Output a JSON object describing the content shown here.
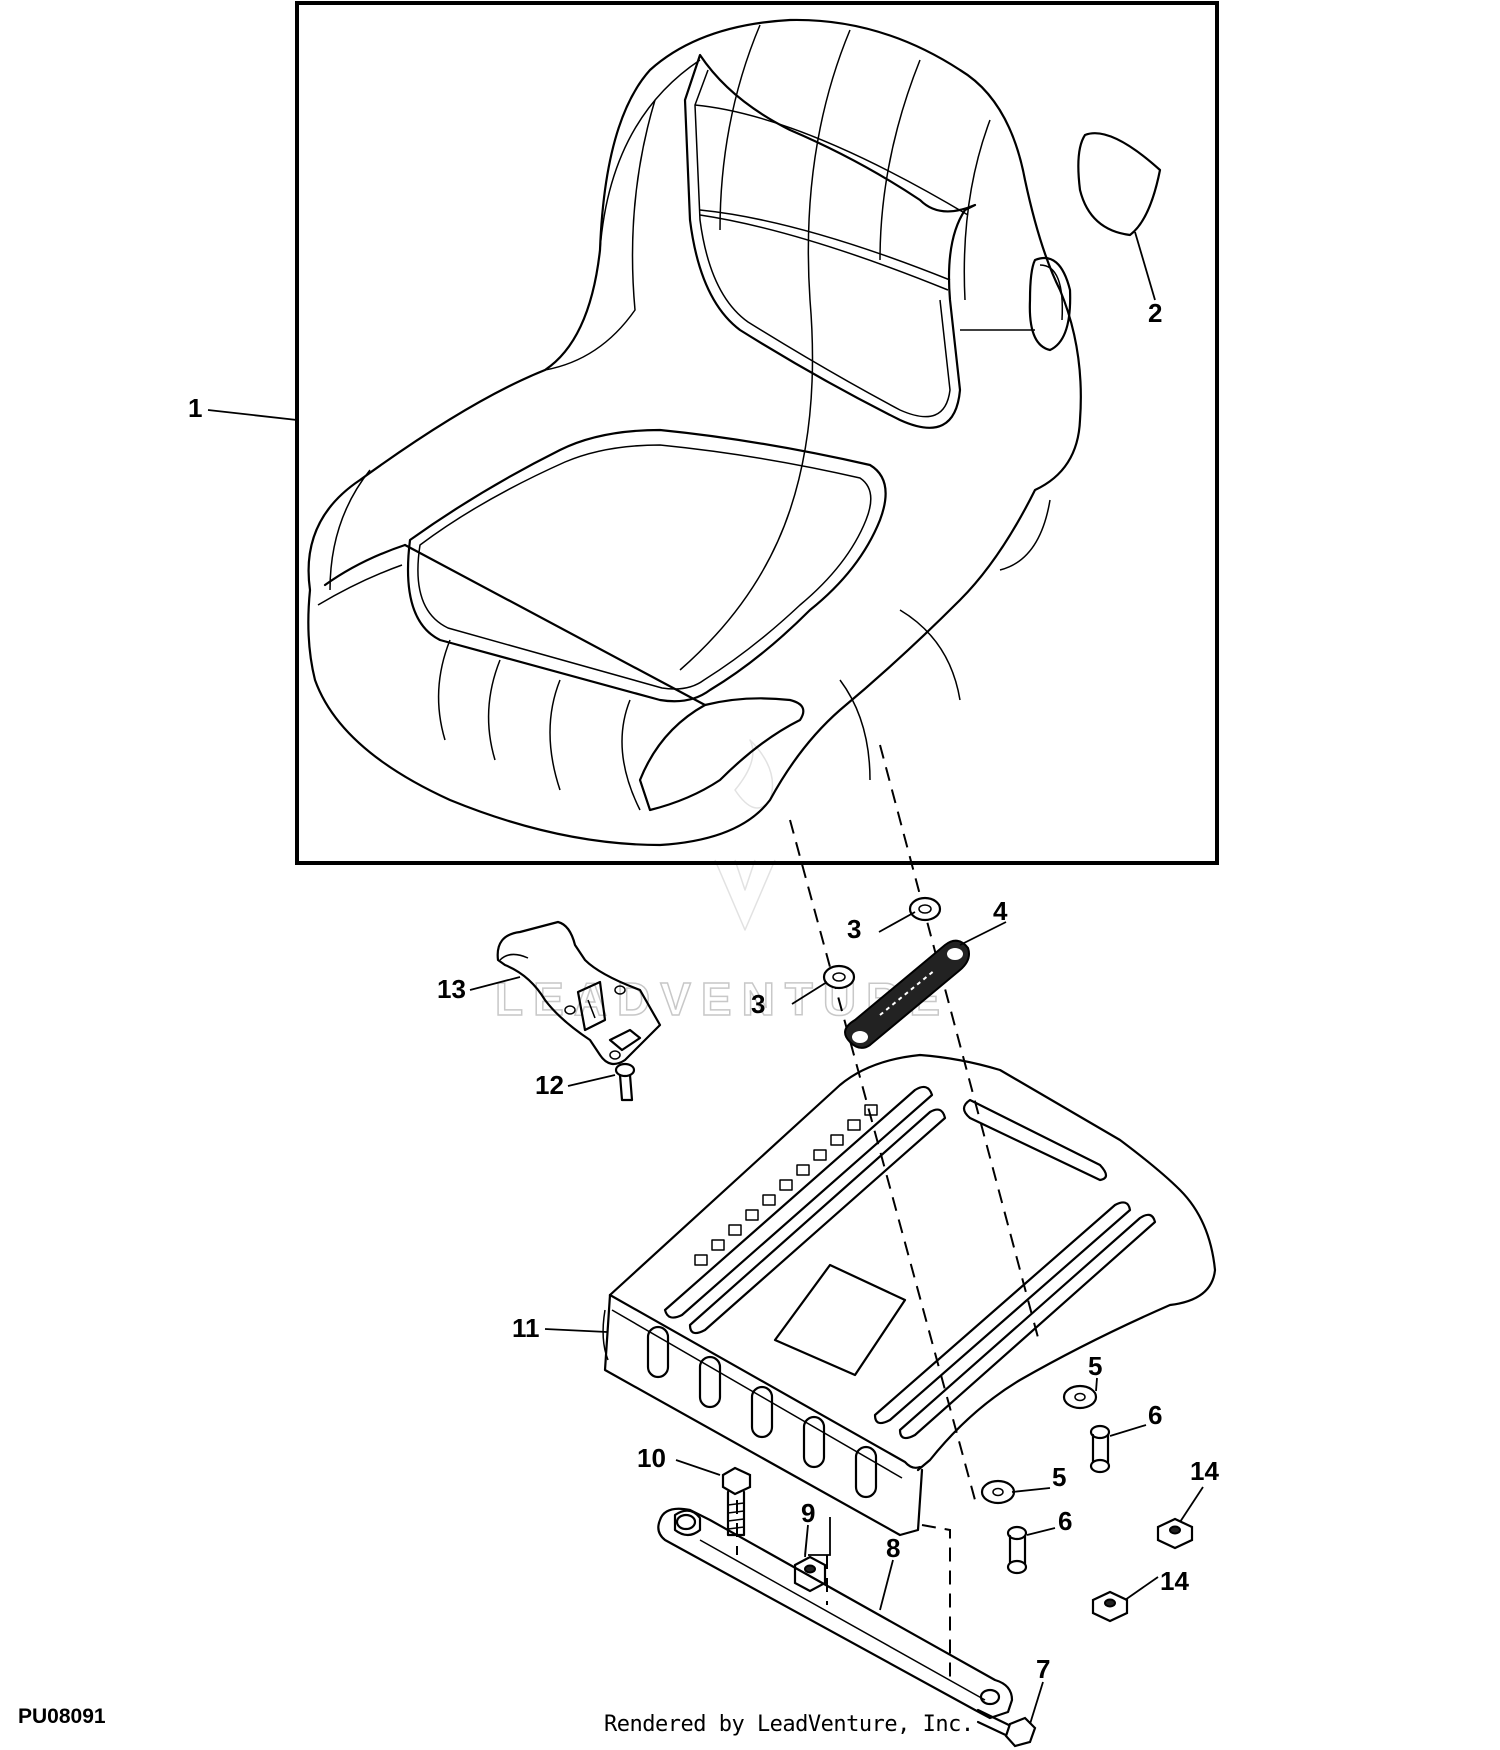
{
  "diagram": {
    "doc_id": "PU08091",
    "credit": "Rendered by LeadVenture, Inc.",
    "watermark": "LEADVENTURE",
    "callouts": [
      "1",
      "2",
      "3",
      "3",
      "4",
      "5",
      "5",
      "6",
      "6",
      "7",
      "8",
      "9",
      "10",
      "11",
      "12",
      "13",
      "14",
      "14"
    ]
  }
}
